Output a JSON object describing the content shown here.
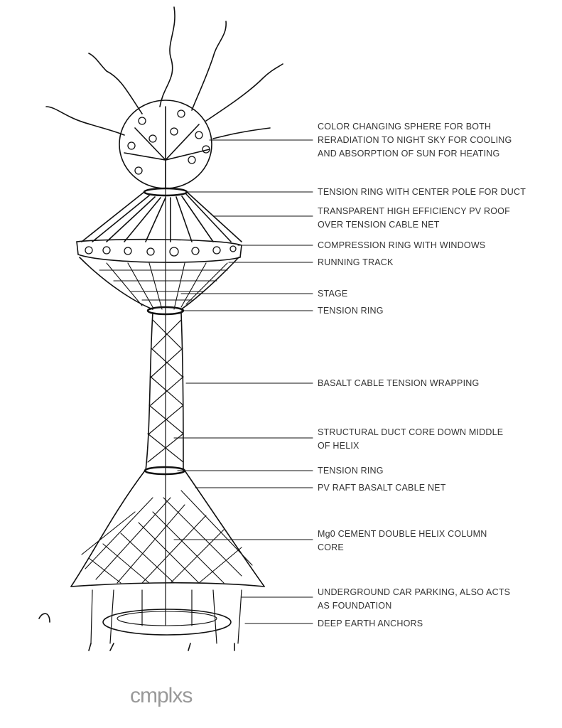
{
  "labels": [
    {
      "lines": [
        "COLOR CHANGING SPHERE FOR BOTH",
        "RERADIATION TO NIGHT SKY FOR COOLING",
        "AND ABSORPTION OF SUN FOR HEATING"
      ]
    },
    {
      "lines": [
        "TENSION RING WITH CENTER POLE FOR DUCT"
      ]
    },
    {
      "lines": [
        "TRANSPARENT HIGH EFFICIENCY PV ROOF",
        "OVER TENSION CABLE NET"
      ]
    },
    {
      "lines": [
        "COMPRESSION RING WITH WINDOWS"
      ]
    },
    {
      "lines": [
        "RUNNING TRACK"
      ]
    },
    {
      "lines": [
        "STAGE"
      ]
    },
    {
      "lines": [
        "TENSION RING"
      ]
    },
    {
      "lines": [
        "BASALT CABLE TENSION WRAPPING"
      ]
    },
    {
      "lines": [
        "STRUCTURAL DUCT CORE DOWN MIDDLE",
        "OF HELIX"
      ]
    },
    {
      "lines": [
        "TENSION RING"
      ]
    },
    {
      "lines": [
        "PV RAFT BASALT CABLE NET"
      ]
    },
    {
      "lines": [
        "Mg0 CEMENT DOUBLE HELIX COLUMN",
        "CORE"
      ]
    },
    {
      "lines": [
        "UNDERGROUND CAR PARKING, ALSO ACTS",
        "AS FOUNDATION"
      ]
    },
    {
      "lines": [
        "DEEP EARTH ANCHORS"
      ]
    }
  ],
  "logo": "cmplxs"
}
